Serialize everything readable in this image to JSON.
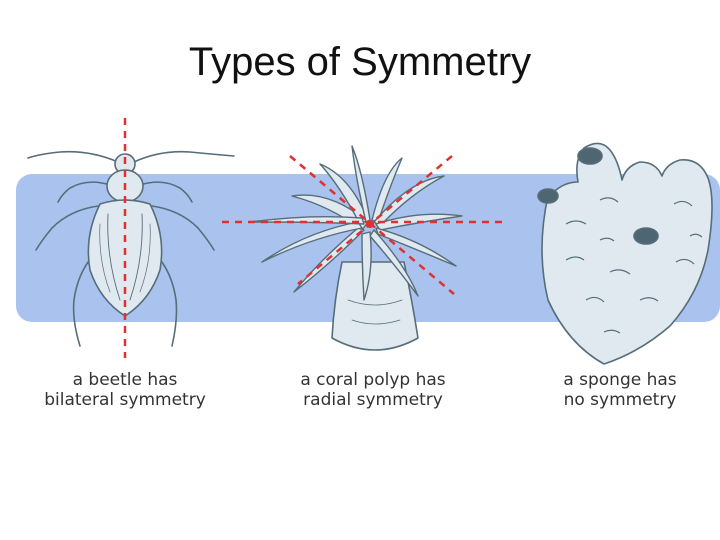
{
  "title": "Types of Symmetry",
  "colors": {
    "band": "#a9c3ee",
    "body_fill": "#dfe9ef",
    "outline": "#566d7a",
    "symmetry_line": "#e03030"
  },
  "panels": [
    {
      "icon": "beetle-icon",
      "caption": [
        "a beetle has",
        "bilateral symmetry"
      ]
    },
    {
      "icon": "coral-polyp-icon",
      "caption": [
        "a coral polyp has",
        "radial symmetry"
      ]
    },
    {
      "icon": "sponge-icon",
      "caption": [
        "a sponge has",
        "no symmetry"
      ]
    }
  ]
}
